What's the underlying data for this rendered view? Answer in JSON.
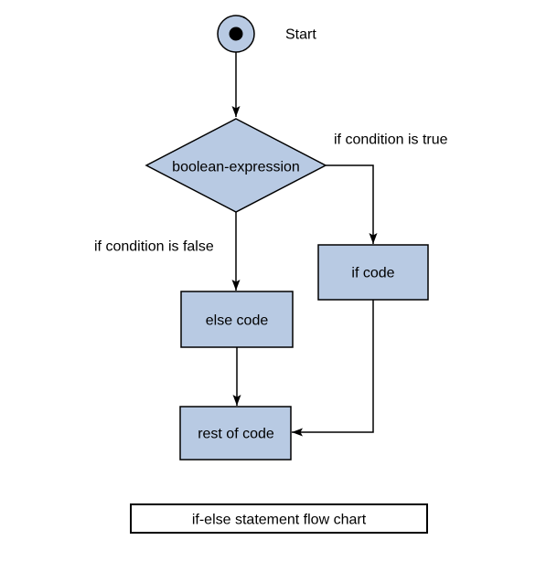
{
  "diagram": {
    "caption": "if-else statement flow chart",
    "nodes": {
      "start": "Start",
      "decision": "boolean-expression",
      "if_code": "if code",
      "else_code": "else code",
      "rest_of_code": "rest of code"
    },
    "edge_labels": {
      "true_branch": "if condition is true",
      "false_branch": "if condition is false"
    },
    "colors": {
      "node_fill": "#b8cae3",
      "stroke": "#000000",
      "background": "#ffffff"
    }
  }
}
